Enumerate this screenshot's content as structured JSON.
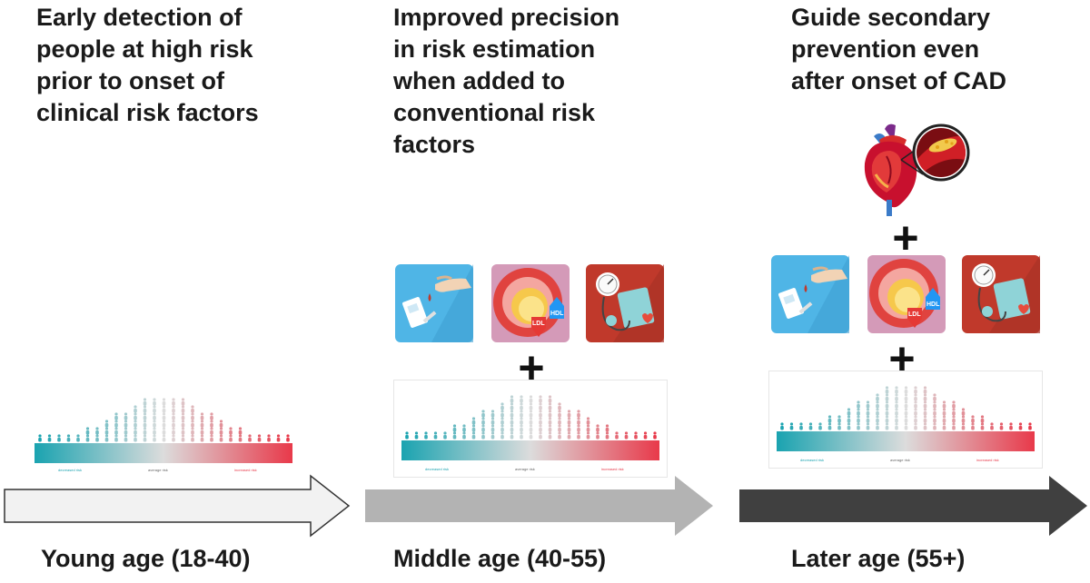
{
  "columns": [
    {
      "title": "Early detection of\npeople at high risk\nprior to onset of\nclinical risk factors",
      "stage": "Young age (18-40)",
      "arrow_fill": "#f2f2f2"
    },
    {
      "title": "Improved precision\nin risk estimation\nwhen added to\nconventional risk\nfactors",
      "stage": "Middle age (40-55)",
      "arrow_fill": "#b3b3b3"
    },
    {
      "title": "Guide secondary\nprevention even\nafter onset of CAD",
      "stage": "Later age (55+)",
      "arrow_fill": "#404040"
    }
  ],
  "plus_sign": "+",
  "risk_scale": {
    "decreased": "decreased risk",
    "average": "average risk",
    "increased": "increased risk",
    "low_color": "#1aa3b0",
    "mid_color": "#dcdcdc",
    "high_color": "#e8394a"
  },
  "icons": [
    {
      "name": "finger-prick-glucose-icon",
      "bg": "#4fb5e6"
    },
    {
      "name": "cholesterol-artery-icon",
      "bg": "#d49ab8",
      "ldl": "LDL",
      "hdl": "HDL"
    },
    {
      "name": "blood-pressure-cuff-icon",
      "bg": "#c0392b"
    }
  ]
}
